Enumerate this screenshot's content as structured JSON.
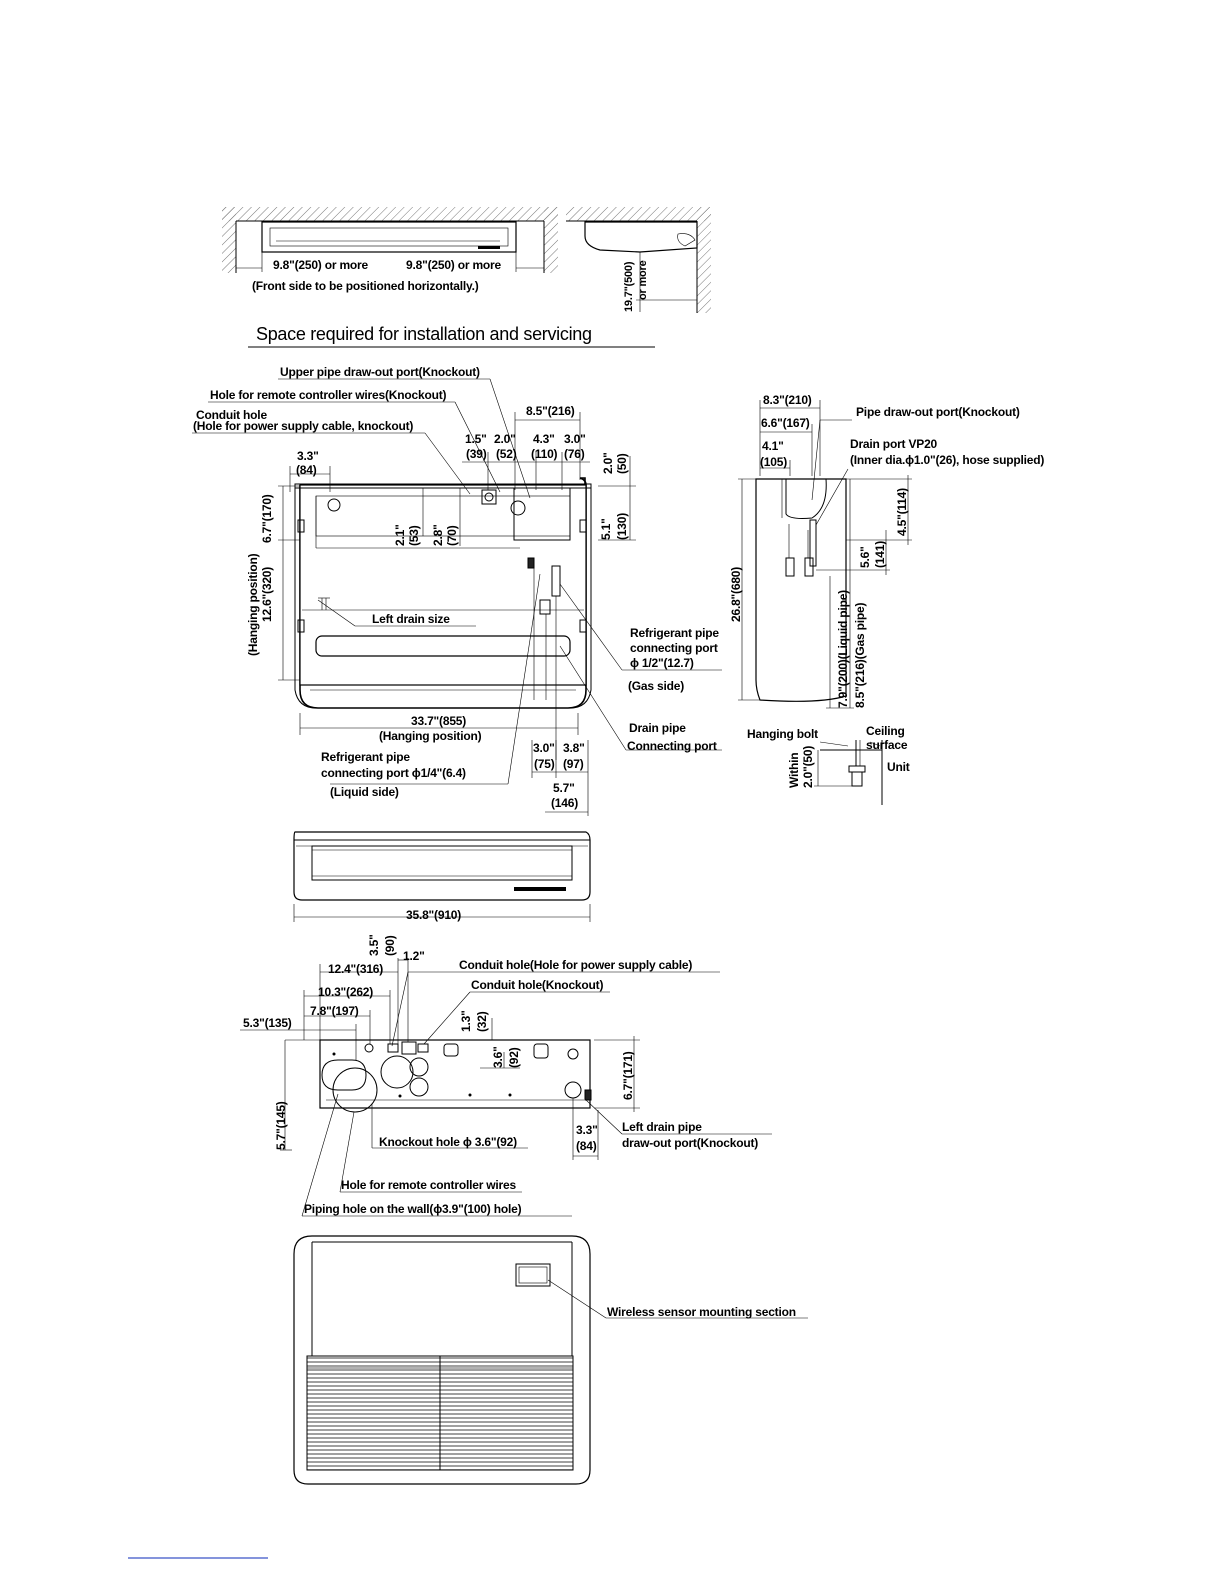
{
  "space_section": {
    "title": "Space required for installation and servicing",
    "clearance_left": "9.8\"(250) or more",
    "clearance_right": "9.8\"(250) or more",
    "front_note": "(Front side to be positioned horizontally.)",
    "clearance_below_value": "19.7\"(500)",
    "clearance_below_suffix": "or more"
  },
  "side_view_main": {
    "upper_pipe": "Upper pipe draw-out port(Knockout)",
    "remote_wires": "Hole for remote controller wires(Knockout)",
    "conduit_hole": "Conduit hole",
    "conduit_hole_sub": "(Hole for power supply cable, knockout)",
    "d_8_5": "8.5\"(216)",
    "d_1_5": "1.5\"",
    "d_1_5_mm": "(39)",
    "d_2_0a": "2.0\"",
    "d_2_0a_mm": "(52)",
    "d_4_3": "4.3\"",
    "d_4_3_mm": "(110)",
    "d_3_0": "3.0\"",
    "d_3_0_mm": "(76)",
    "d_2_0_50": "2.0\"",
    "d_2_0_50_mm": "(50)",
    "d_3_3": "3.3\"",
    "d_3_3_mm": "(84)",
    "d_6_7": "6.7\"(170)",
    "d_12_6": "12.6\"(320)",
    "hanging_position_v": "(Hanging position)",
    "d_2_1": "2.1\"",
    "d_2_1_mm": "(53)",
    "d_2_8": "2.8\"",
    "d_2_8_mm": "(70)",
    "d_5_1": "5.1\"",
    "d_5_1_mm": "(130)",
    "left_drain_size": "Left drain size",
    "ref_gas_1": "Refrigerant pipe",
    "ref_gas_2": "connecting port",
    "ref_gas_3": "ϕ 1/2\"(12.7)",
    "gas_side": "(Gas side)",
    "d_33_7": "33.7\"(855)",
    "hanging_position": "(Hanging position)",
    "ref_liq_1": "Refrigerant pipe",
    "ref_liq_2": "connecting port ϕ1/4\"(6.4)",
    "liquid_side": "(Liquid side)",
    "d_3_0b": "3.0\"",
    "d_3_0b_mm": "(75)",
    "d_3_8": "3.8\"",
    "d_3_8_mm": "(97)",
    "d_5_7": "5.7\"",
    "d_5_7_mm": "(146)",
    "drain_pipe_1": "Drain pipe",
    "drain_pipe_2": "Connecting port"
  },
  "side_profile": {
    "d_8_3": "8.3\"(210)",
    "d_6_6": "6.6\"(167)",
    "d_4_1": "4.1\"",
    "d_4_1_mm": "(105)",
    "pipe_drawout": "Pipe draw-out port(Knockout)",
    "drain_port": "Drain port VP20",
    "drain_port_sub": "(Inner dia.ϕ1.0\"(26), hose supplied)",
    "d_26_8": "26.8\"(680)",
    "d_4_5": "4.5\"(114)",
    "d_5_6": "5.6\"",
    "d_5_6_mm": "(141)",
    "liquid_pipe": "7.9\"(200)(Liquid pipe)",
    "gas_pipe": "8.5\"(216)(Gas pipe)"
  },
  "hanging_detail": {
    "hanging_bolt": "Hanging bolt",
    "ceiling": "Ceiling",
    "surface": "surface",
    "within": "Within",
    "within_val": "2.0\"(50)",
    "unit": "Unit"
  },
  "front_view": {
    "width": "35.8\"(910)"
  },
  "top_view": {
    "d_3_5": "3.5\"",
    "d_3_5_mm": "(90)",
    "d_1_2": "1.2\"",
    "d_12_4": "12.4\"(316)",
    "d_10_3": "10.3\"(262)",
    "d_7_8": "7.8\"(197)",
    "d_5_3": "5.3\"(135)",
    "conduit_power": "Conduit hole(Hole for power supply cable)",
    "conduit_knockout": "Conduit hole(Knockout)",
    "d_1_3": "1.3\"",
    "d_1_3_mm": "(32)",
    "d_3_6": "3.6\"",
    "d_3_6_mm": "(92)",
    "d_6_7": "6.7\"(171)",
    "d_5_7": "5.7\"(145)",
    "knockout_hole": "Knockout hole ϕ 3.6\"(92)",
    "d_3_3": "3.3\"",
    "d_3_3_mm": "(84)",
    "left_drain_1": "Left drain pipe",
    "left_drain_2": "draw-out port(Knockout)",
    "remote_wires": "Hole for remote controller wires",
    "piping_hole": "Piping hole on the wall(ϕ3.9\"(100) hole)"
  },
  "bottom_view": {
    "wireless": "Wireless sensor mounting section"
  }
}
